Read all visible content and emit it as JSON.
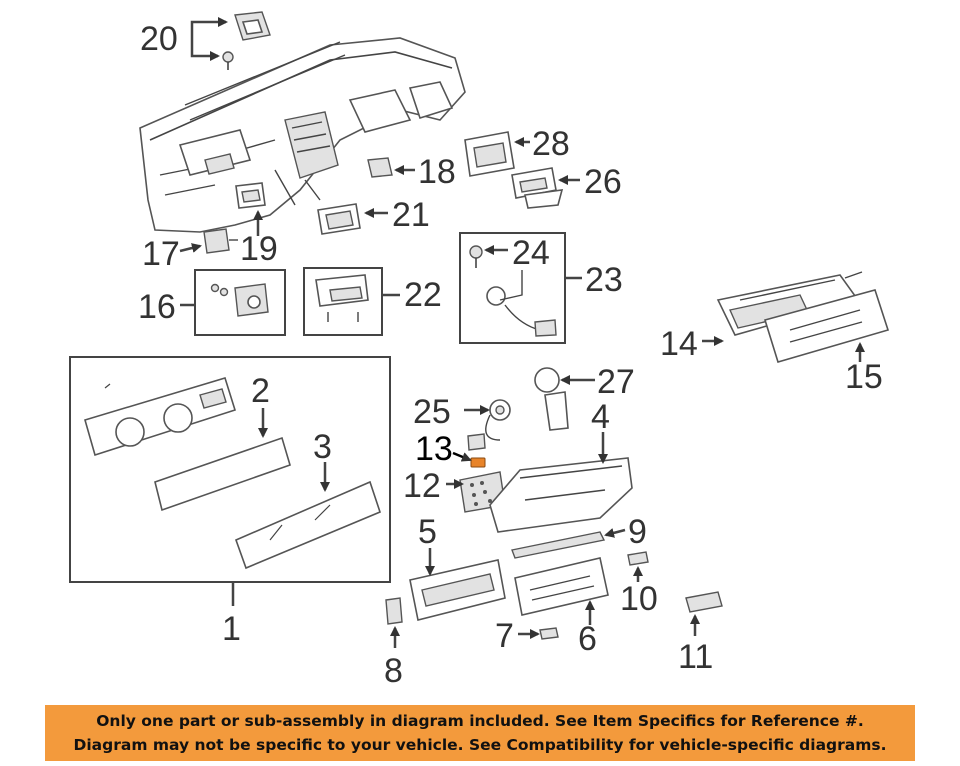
{
  "callouts": [
    {
      "id": "1",
      "label": "1"
    },
    {
      "id": "2",
      "label": "2"
    },
    {
      "id": "3",
      "label": "3"
    },
    {
      "id": "4",
      "label": "4"
    },
    {
      "id": "5",
      "label": "5"
    },
    {
      "id": "6",
      "label": "6"
    },
    {
      "id": "7",
      "label": "7"
    },
    {
      "id": "8",
      "label": "8"
    },
    {
      "id": "9",
      "label": "9"
    },
    {
      "id": "10",
      "label": "10"
    },
    {
      "id": "11",
      "label": "11"
    },
    {
      "id": "12",
      "label": "12"
    },
    {
      "id": "13",
      "label": "13",
      "highlighted": true
    },
    {
      "id": "14",
      "label": "14"
    },
    {
      "id": "15",
      "label": "15"
    },
    {
      "id": "16",
      "label": "16"
    },
    {
      "id": "17",
      "label": "17"
    },
    {
      "id": "18",
      "label": "18"
    },
    {
      "id": "19",
      "label": "19"
    },
    {
      "id": "20",
      "label": "20"
    },
    {
      "id": "21",
      "label": "21"
    },
    {
      "id": "22",
      "label": "22"
    },
    {
      "id": "23",
      "label": "23"
    },
    {
      "id": "24",
      "label": "24"
    },
    {
      "id": "25",
      "label": "25"
    },
    {
      "id": "26",
      "label": "26"
    },
    {
      "id": "27",
      "label": "27"
    },
    {
      "id": "28",
      "label": "28"
    }
  ],
  "highlight_color": "#e8842a",
  "banner": {
    "line1": "Only one part or sub-assembly in diagram included. See Item Specifics for Reference #.",
    "line2": "Diagram may not be specific to your vehicle. See Compatibility for vehicle-specific diagrams.",
    "color": "#f39a3c"
  }
}
